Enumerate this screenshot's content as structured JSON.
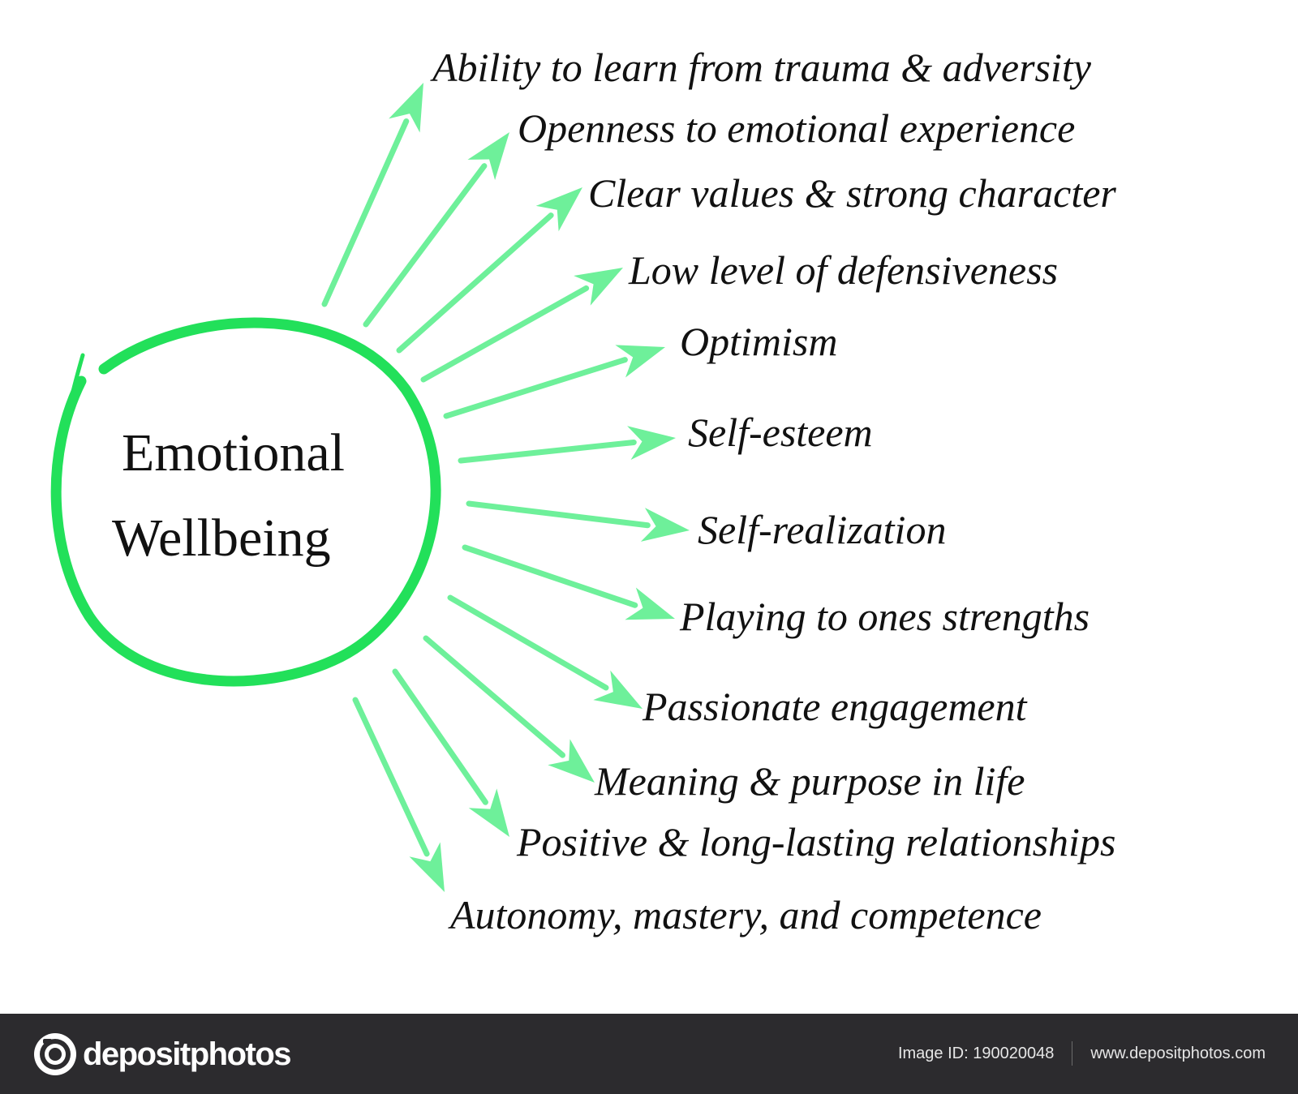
{
  "center": {
    "line1": "Emotional",
    "line2": "Wellbeing"
  },
  "items": [
    "Ability to learn from trauma & adversity",
    "Openness to emotional experience",
    "Clear values & strong character",
    "Low level of defensiveness",
    "Optimism",
    "Self-esteem",
    "Self-realization",
    "Playing to ones strengths",
    "Passionate engagement",
    "Meaning & purpose in life",
    "Positive & long-lasting relationships",
    "Autonomy, mastery, and competence"
  ],
  "footer": {
    "brand": "depositphotos",
    "image_id": "Image ID: 190020048",
    "website": "www.depositphotos.com"
  },
  "colors": {
    "circle": "#22e05a",
    "arrow": "#6ef09a",
    "text": "#111111",
    "footer_bg": "#2c2b2e"
  }
}
